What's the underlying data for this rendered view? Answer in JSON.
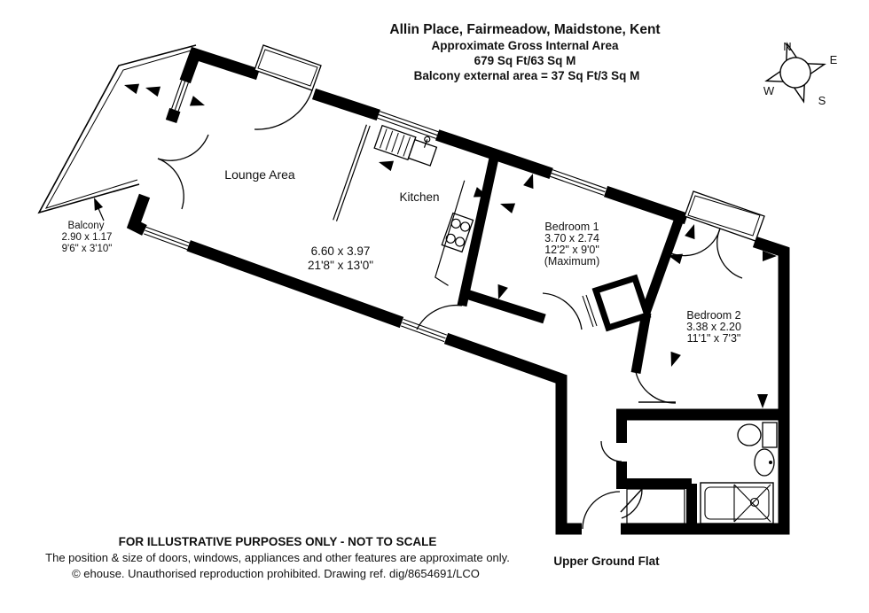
{
  "title": {
    "line1": "Allin Place, Fairmeadow, Maidstone, Kent",
    "line2": "Approximate Gross Internal Area",
    "line3": "679 Sq Ft/63 Sq M",
    "line4": "Balcony external area = 37 Sq Ft/3 Sq M"
  },
  "compass": {
    "n": "N",
    "e": "E",
    "s": "S",
    "w": "W"
  },
  "rooms": {
    "lounge": {
      "name": "Lounge Area",
      "dim_m": "6.60 x 3.97",
      "dim_ft": "21'8\" x 13'0\""
    },
    "kitchen": {
      "name": "Kitchen"
    },
    "bedroom1": {
      "name": "Bedroom 1",
      "dim_m": "3.70 x 2.74",
      "dim_ft": "12'2\" x 9'0\"",
      "note": "(Maximum)"
    },
    "bedroom2": {
      "name": "Bedroom 2",
      "dim_m": "3.38 x 2.20",
      "dim_ft": "11'1\" x 7'3\""
    },
    "balcony": {
      "name": "Balcony",
      "dim_m": "2.90 x 1.17",
      "dim_ft": "9'6\" x 3'10\""
    }
  },
  "footer": {
    "line1": "FOR ILLUSTRATIVE PURPOSES ONLY - NOT TO SCALE",
    "line2": "The position & size of doors, windows, appliances and other features are approximate only.",
    "line3": "© ehouse. Unauthorised reproduction prohibited. Drawing ref. dig/8654691/LCO",
    "flat_label": "Upper Ground Flat"
  },
  "colors": {
    "wall": "#000000",
    "background": "#ffffff",
    "text": "#111111"
  }
}
